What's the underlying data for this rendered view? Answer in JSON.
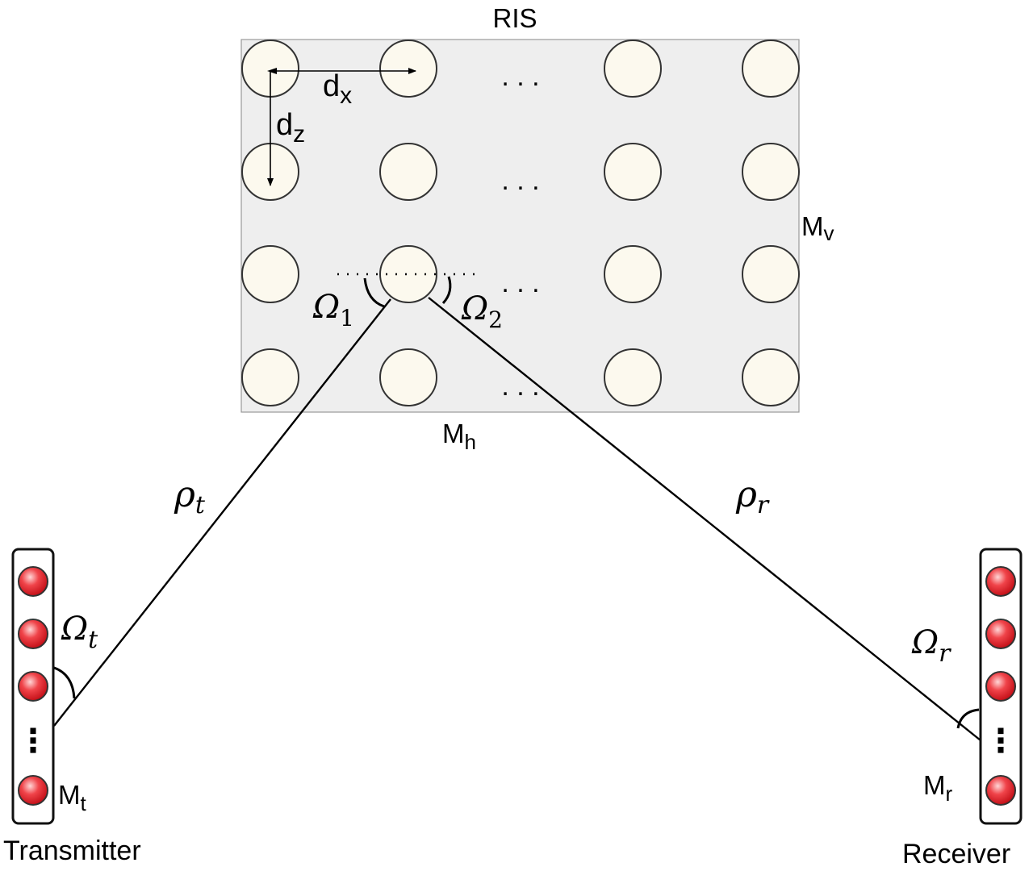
{
  "colors": {
    "ris_panel": "#eeeeee",
    "ris_element": "#fcf9ee",
    "antenna_element": "#e8202a",
    "line": "#000000"
  },
  "ris": {
    "title": "RIS",
    "rows": 4,
    "columns_shown": 4,
    "row_ellipsis": ". . .",
    "spacing_horizontal_label": "d",
    "spacing_horizontal_sub": "x",
    "spacing_vertical_label": "d",
    "spacing_vertical_sub": "z",
    "horizontal_count_label": "M",
    "horizontal_count_sub": "h",
    "vertical_count_label": "M",
    "vertical_count_sub": "v"
  },
  "angles": {
    "omega_1": {
      "symbol": "Ω",
      "sub": "1"
    },
    "omega_2": {
      "symbol": "Ω",
      "sub": "2"
    },
    "omega_t": {
      "symbol": "Ω",
      "sub": "t"
    },
    "omega_r": {
      "symbol": "Ω",
      "sub": "r"
    }
  },
  "distances": {
    "rho_t": {
      "symbol": "ρ",
      "sub": "t"
    },
    "rho_r": {
      "symbol": "ρ",
      "sub": "r"
    }
  },
  "transmitter": {
    "label": "Transmitter",
    "count_label": "M",
    "count_sub": "t",
    "ellipsis": "⋮"
  },
  "receiver": {
    "label": "Receiver",
    "count_label": "M",
    "count_sub": "r",
    "ellipsis": "⋮"
  }
}
